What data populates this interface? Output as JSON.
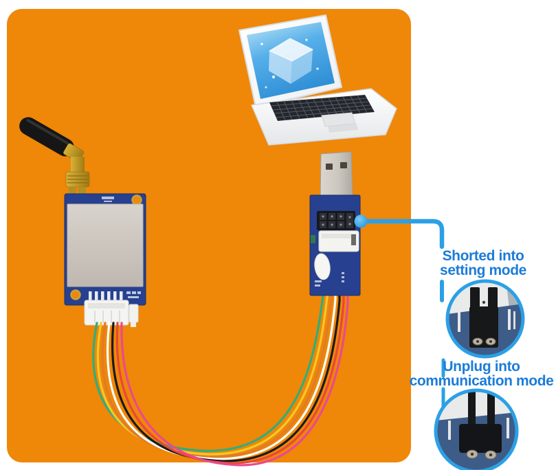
{
  "callouts": {
    "setting": {
      "line1": "Shorted into",
      "line2": "setting mode"
    },
    "communication": {
      "line1": "Unplug into",
      "line2": "communication mode"
    }
  },
  "colors": {
    "panel_orange": "#EF8708",
    "callout_line_blue": "#2BA0E6",
    "label_text_blue": "#1B7CD8",
    "pcb_blue": "#27408F",
    "inset_pcb_blue": "#3E5C88",
    "shield_grey": "#CDC7C0",
    "usb_metal": "#CCC7BF",
    "antenna_black": "#161616",
    "sma_gold": "#C9A22A",
    "laptop_screen_blue": "#4FA8E8",
    "wire_colors": [
      "#2FAE7D",
      "#F5C829",
      "#E07B28",
      "#FFFFFF",
      "#1A1A1A",
      "#E8483A",
      "#E84A8F"
    ]
  },
  "objects": {
    "panel": "orange-backdrop-panel",
    "laptop": "laptop-with-blue-cube-screen",
    "rf_module": "rf-module-with-antenna-and-shield",
    "usb_adapter": "usb-serial-adapter-board",
    "wires": "multicolor-wire-harness-loop",
    "callout": "jumper-pointer-line",
    "inset_top": "jumper-cap-shorted-photo",
    "inset_bottom": "jumper-pins-unplugged-photo"
  }
}
